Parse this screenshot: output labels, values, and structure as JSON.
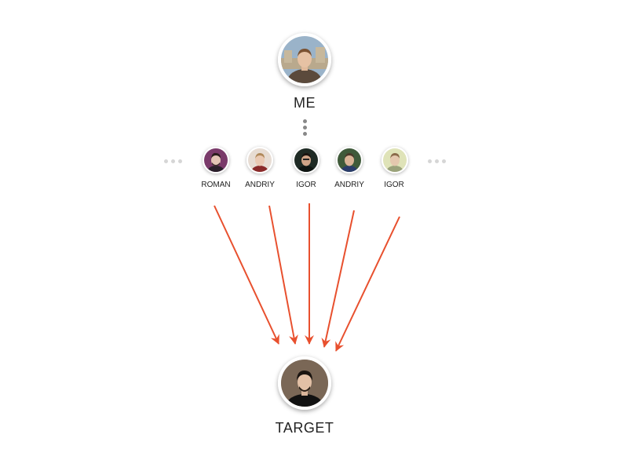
{
  "me": {
    "label": "ME"
  },
  "friends": [
    {
      "label": "ROMAN"
    },
    {
      "label": "ANDRIY"
    },
    {
      "label": "IGOR"
    },
    {
      "label": "ANDRIY"
    },
    {
      "label": "IGOR"
    }
  ],
  "target": {
    "label": "TARGET"
  },
  "colors": {
    "arrow": "#e8502e",
    "more_dots": "#d6d6d6",
    "vertical_dots": "#888888"
  }
}
